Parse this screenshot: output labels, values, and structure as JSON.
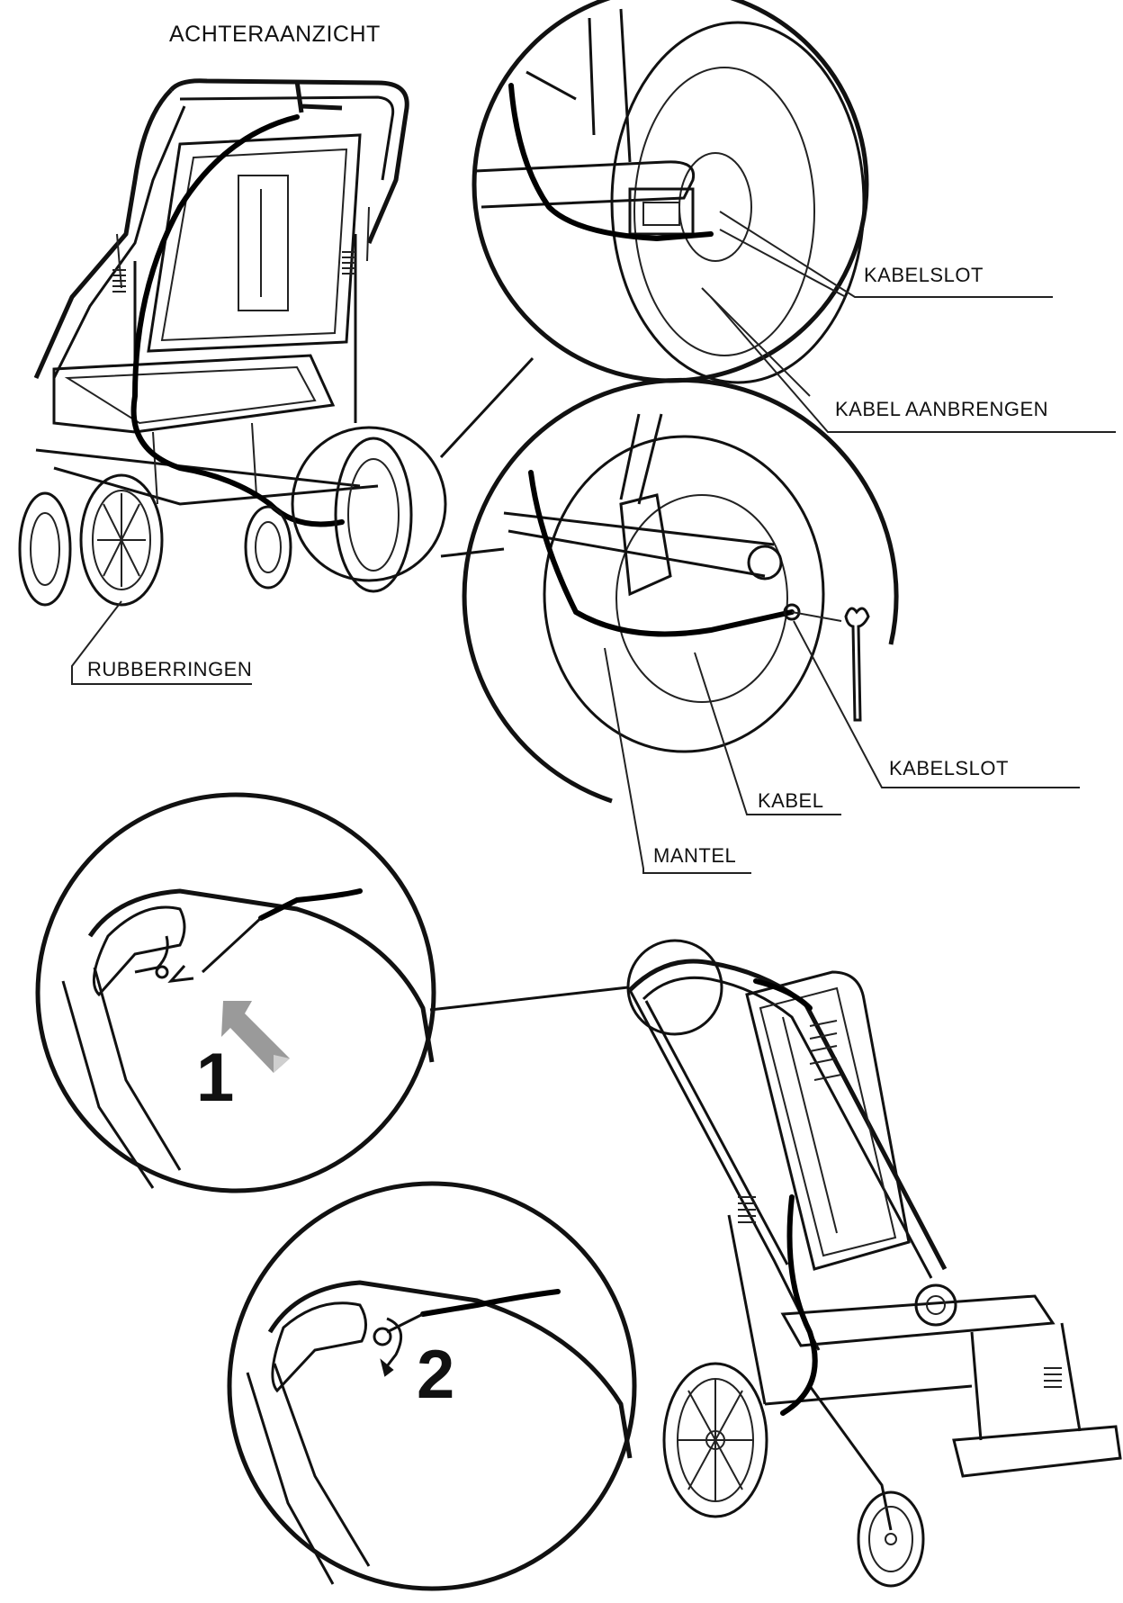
{
  "title": "ACHTERAANZICHT",
  "labels": {
    "kabelslot_top": "KABELSLOT",
    "kabel_aanbrengen": "KABEL AANBRENGEN",
    "rubberringen": "RUBBERRINGEN",
    "kabelslot_mid": "KABELSLOT",
    "kabel": "KABEL",
    "mantel": "MANTEL"
  },
  "steps": {
    "step1": "1",
    "step2": "2"
  }
}
